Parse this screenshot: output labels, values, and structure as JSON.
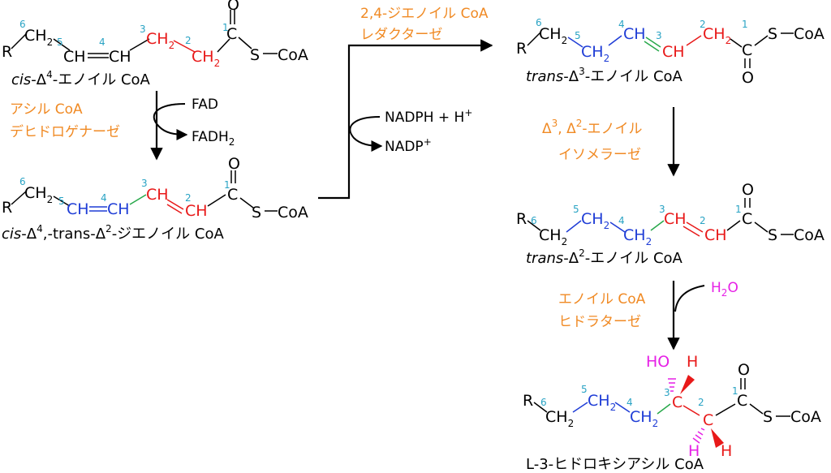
{
  "colors": {
    "black": "#000000",
    "blue": "#1f3dd6",
    "red": "#e81919",
    "green": "#27a84a",
    "magenta": "#e620e6",
    "orange": "#f08a24",
    "cyan_numbers": "#29a3c4"
  },
  "atoms": {
    "R": "R",
    "S": "S",
    "CoA": "CoA",
    "C": "C",
    "O": "O",
    "H": "H",
    "HO": "HO",
    "CH": "CH",
    "CH2": "CH",
    "sub2": "2",
    "bond_dash": "—"
  },
  "numbers": {
    "n1": "1",
    "n2": "2",
    "n3": "3",
    "n4": "4",
    "n5": "5",
    "n6": "6"
  },
  "captions": {
    "cis_delta4": {
      "italic": "cis",
      "pre": "-Δ",
      "sup": "4",
      "post": "-エノイル CoA"
    },
    "cis_trans_dienoyl": {
      "italic": "cis",
      "pre": "-Δ",
      "sup1": "4",
      "mid": ",-trans-Δ",
      "sup2": "2",
      "post": "-ジエノイル CoA"
    },
    "trans_delta3": {
      "italic": "trans",
      "pre": "-Δ",
      "sup": "3",
      "post": "-エノイル CoA"
    },
    "trans_delta2": {
      "italic": "trans",
      "pre": "-Δ",
      "sup": "2",
      "post": "-エノイル CoA"
    },
    "hydroxyacyl": "L-3-ヒドロキシアシル CoA"
  },
  "enzymes": {
    "acyl_dehydrogenase": [
      "アシル CoA",
      "デヒドロゲナーゼ"
    ],
    "dienoyl_reductase": [
      "2,4-ジエノイル CoA",
      "レダクターゼ"
    ],
    "isomerase": {
      "l1_pre": "Δ",
      "l1_sup1": "3",
      "l1_mid": ", Δ",
      "l1_sup2": "2",
      "l1_post": "-エノイル",
      "l2": "イソメラーゼ"
    },
    "hydratase": [
      "エノイル CoA",
      "ヒドラターゼ"
    ]
  },
  "cofactors": {
    "FAD": "FAD",
    "FADH2": {
      "base": "FADH",
      "sub": "2"
    },
    "NADPH": {
      "base": "NADPH + H",
      "sup": "+"
    },
    "NADP": {
      "base": "NADP",
      "sup": "+"
    },
    "H2O": {
      "base": "H",
      "sub": "2",
      "post": "O"
    }
  }
}
